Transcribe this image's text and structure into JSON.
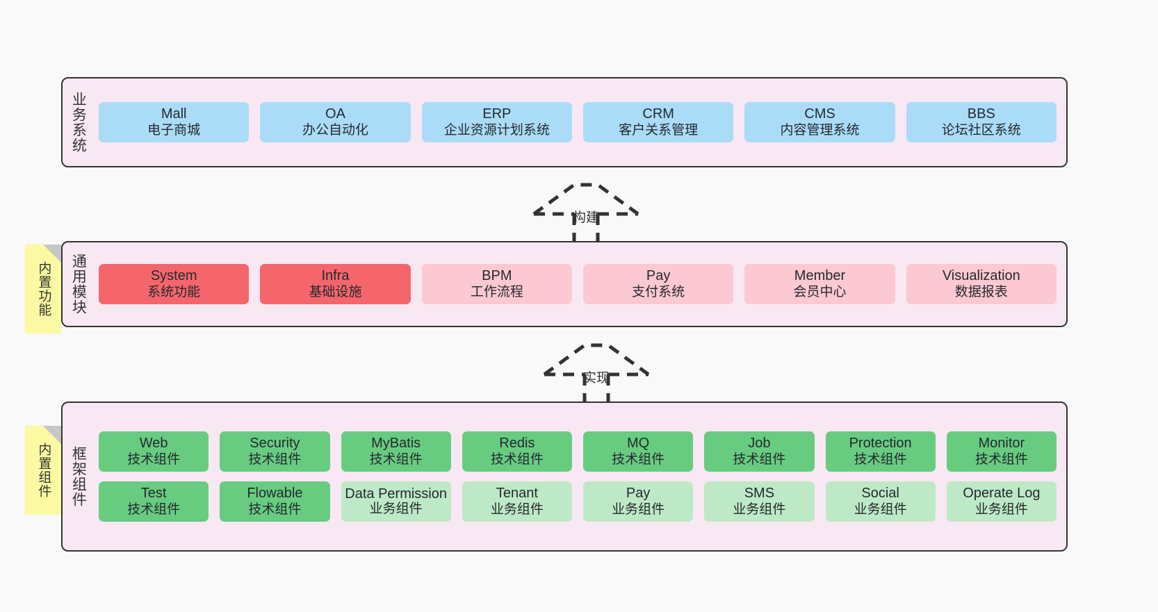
{
  "layers": [
    {
      "key": "business",
      "title": "业务系统",
      "note": null,
      "rows": [
        [
          {
            "en": "Mall",
            "cn": "电子商城",
            "color": "c-blue"
          },
          {
            "en": "OA",
            "cn": "办公自动化",
            "color": "c-blue"
          },
          {
            "en": "ERP",
            "cn": "企业资源计划系统",
            "color": "c-blue"
          },
          {
            "en": "CRM",
            "cn": "客户关系管理",
            "color": "c-blue"
          },
          {
            "en": "CMS",
            "cn": "内容管理系统",
            "color": "c-blue"
          },
          {
            "en": "BBS",
            "cn": "论坛社区系统",
            "color": "c-blue"
          }
        ]
      ]
    },
    {
      "key": "common",
      "title": "通用模块",
      "note": "内置功能",
      "rows": [
        [
          {
            "en": "System",
            "cn": "系统功能",
            "color": "c-red"
          },
          {
            "en": "Infra",
            "cn": "基础设施",
            "color": "c-red"
          },
          {
            "en": "BPM",
            "cn": "工作流程",
            "color": "c-pink"
          },
          {
            "en": "Pay",
            "cn": "支付系统",
            "color": "c-pink"
          },
          {
            "en": "Member",
            "cn": "会员中心",
            "color": "c-pink"
          },
          {
            "en": "Visualization",
            "cn": "数据报表",
            "color": "c-pink"
          }
        ]
      ]
    },
    {
      "key": "framework",
      "title": "框架组件",
      "note": "内置组件",
      "rows": [
        [
          {
            "en": "Web",
            "cn": "技术组件",
            "color": "c-green"
          },
          {
            "en": "Security",
            "cn": "技术组件",
            "color": "c-green"
          },
          {
            "en": "MyBatis",
            "cn": "技术组件",
            "color": "c-green"
          },
          {
            "en": "Redis",
            "cn": "技术组件",
            "color": "c-green"
          },
          {
            "en": "MQ",
            "cn": "技术组件",
            "color": "c-green"
          },
          {
            "en": "Job",
            "cn": "技术组件",
            "color": "c-green"
          },
          {
            "en": "Protection",
            "cn": "技术组件",
            "color": "c-green"
          },
          {
            "en": "Monitor",
            "cn": "技术组件",
            "color": "c-green"
          }
        ],
        [
          {
            "en": "Test",
            "cn": "技术组件",
            "color": "c-green"
          },
          {
            "en": "Flowable",
            "cn": "技术组件",
            "color": "c-green"
          },
          {
            "en": "Data Permission",
            "cn": "业务组件",
            "color": "c-lightgreen"
          },
          {
            "en": "Tenant",
            "cn": "业务组件",
            "color": "c-lightgreen"
          },
          {
            "en": "Pay",
            "cn": "业务组件",
            "color": "c-lightgreen"
          },
          {
            "en": "SMS",
            "cn": "业务组件",
            "color": "c-lightgreen"
          },
          {
            "en": "Social",
            "cn": "业务组件",
            "color": "c-lightgreen"
          },
          {
            "en": "Operate Log",
            "cn": "业务组件",
            "color": "c-lightgreen"
          }
        ]
      ]
    }
  ],
  "connectors": [
    {
      "key": "build",
      "label": "构建"
    },
    {
      "key": "implement",
      "label": "实现"
    }
  ],
  "colors": {
    "layer_background": "#f8e8f3",
    "layer_border": "#333333",
    "business_module": "#aadcf8",
    "core_module": "#f4666b",
    "common_module": "#fcc8d1",
    "tech_component": "#68cc80",
    "biz_component": "#bee9c6",
    "sticky_note": "#fbf9a2",
    "page_background": "#f9f9f9"
  }
}
